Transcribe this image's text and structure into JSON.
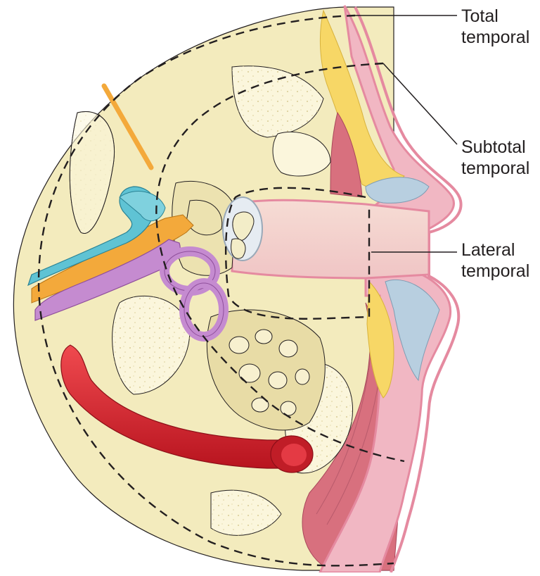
{
  "labels": {
    "total": {
      "line1": "Total",
      "line2": "temporal"
    },
    "subtotal": {
      "line1": "Subtotal",
      "line2": "temporal"
    },
    "lateral": {
      "line1": "Lateral",
      "line2": "temporal"
    }
  },
  "colors": {
    "bone": "#f3ebbd",
    "bone_dark": "#e9dc9f",
    "marrow": "#fbf6dc",
    "skin": "#f1b7c3",
    "skin_edge": "#e58aa0",
    "fat": "#f7d766",
    "muscle": "#d8707e",
    "cartilage": "#b8cfe0",
    "artery": "#d7232f",
    "semicircular_canals": "#c58bd0",
    "cochlea": "#5fc3d4",
    "nerve": "#f3a93b",
    "outline": "#231f20"
  }
}
